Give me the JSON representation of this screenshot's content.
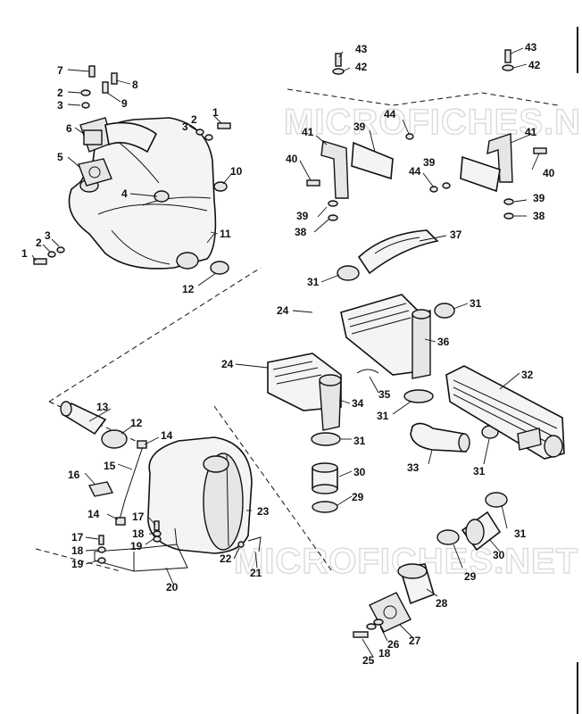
{
  "watermark": {
    "top_text": "MICROFICHES.NET",
    "bottom_text": "MICROFICHES.NET"
  },
  "callouts": {
    "p1a": "1",
    "p2a": "2",
    "p3a": "3",
    "p1b": "1",
    "p2b": "2",
    "p3b": "3",
    "p2c": "2",
    "p3c": "3",
    "p4": "4",
    "p5": "5",
    "p6": "6",
    "p7": "7",
    "p8": "8",
    "p9": "9",
    "p10": "10",
    "p11": "11",
    "p12a": "12",
    "p12b": "12",
    "p13": "13",
    "p14a": "14",
    "p14b": "14",
    "p15": "15",
    "p16": "16",
    "p17a": "17",
    "p17b": "17",
    "p18a": "18",
    "p18b": "18",
    "p18c": "18",
    "p19a": "19",
    "p19b": "19",
    "p20": "20",
    "p21": "21",
    "p22": "22",
    "p23": "23",
    "p24a": "24",
    "p24b": "24",
    "p25": "25",
    "p26": "26",
    "p27": "27",
    "p28": "28",
    "p29a": "29",
    "p29b": "29",
    "p30a": "30",
    "p30b": "30",
    "p31a": "31",
    "p31b": "31",
    "p31c": "31",
    "p31d": "31",
    "p31e": "31",
    "p31f": "31",
    "p32": "32",
    "p33": "33",
    "p34": "34",
    "p35": "35",
    "p36": "36",
    "p37": "37",
    "p38a": "38",
    "p38b": "38",
    "p39a": "39",
    "p39b": "39",
    "p39c": "39",
    "p39d": "39",
    "p40a": "40",
    "p40b": "40",
    "p41a": "41",
    "p41b": "41",
    "p42a": "42",
    "p42b": "42",
    "p43a": "43",
    "p43b": "43",
    "p44a": "44",
    "p44b": "44"
  }
}
